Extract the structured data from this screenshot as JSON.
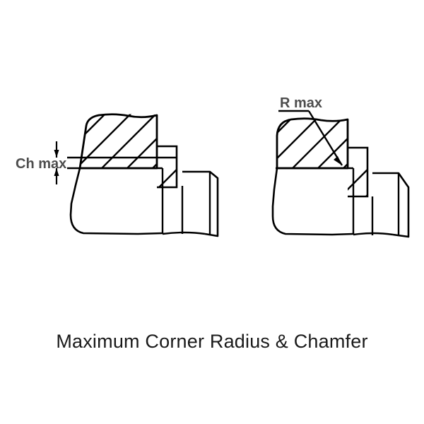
{
  "figure": {
    "caption": "Maximum Corner Radius & Chamfer",
    "line_color": "#000000",
    "label_color": "#4d4d4d",
    "background": "#ffffff",
    "labels": {
      "chamfer": "Ch max",
      "radius": "R max"
    },
    "panels": [
      {
        "id": "chamfer-panel",
        "name": "chamfer-detail",
        "dimension_label": "Ch max",
        "feature": "chamfer",
        "hatched": true
      },
      {
        "id": "radius-panel",
        "name": "corner-radius-detail",
        "dimension_label": "R max",
        "feature": "corner-radius",
        "hatched": true
      }
    ]
  }
}
